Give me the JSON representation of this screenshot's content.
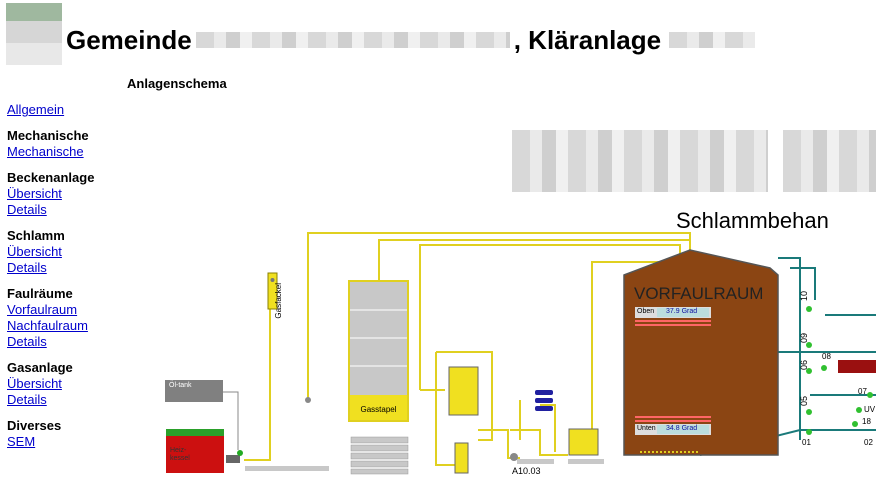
{
  "header": {
    "title_prefix": "Gemeinde",
    "title_middle": ", Kläranlage",
    "subtitle": "Anlagenschema"
  },
  "nav": {
    "allgemein": "Allgemein",
    "sections": [
      {
        "heading": "Mechanische",
        "links": [
          "Mechanische"
        ]
      },
      {
        "heading": "Beckenanlage",
        "links": [
          "Übersicht",
          "Details"
        ]
      },
      {
        "heading": "Schlamm",
        "links": [
          "Übersicht",
          "Details"
        ]
      },
      {
        "heading": "Faulräume",
        "links": [
          "Vorfaulraum",
          "Nachfaulraum",
          "Details"
        ]
      },
      {
        "heading": "Gasanlage",
        "links": [
          "Übersicht",
          "Details"
        ]
      },
      {
        "heading": "Diverses",
        "links": [
          "SEM"
        ]
      }
    ]
  },
  "schema": {
    "section_title": "Schlammbehan",
    "digester_title": "VORFAULRAUM",
    "temp_top_label": "Oben",
    "temp_top_value": "37.9 Grad",
    "temp_bottom_label": "Unten",
    "temp_bottom_value": "34.8 Grad",
    "gasfackel_label": "Gasfackel",
    "gastapel_label": "Gasstapel",
    "oeltank_label": "Öl-tank",
    "heizkessel_label": "Heiz-kessel",
    "valve_label": "A10.03",
    "pipe_numbers": [
      "10",
      "09",
      "08",
      "06",
      "05",
      "01",
      "07",
      "02",
      "18",
      "UV"
    ]
  }
}
